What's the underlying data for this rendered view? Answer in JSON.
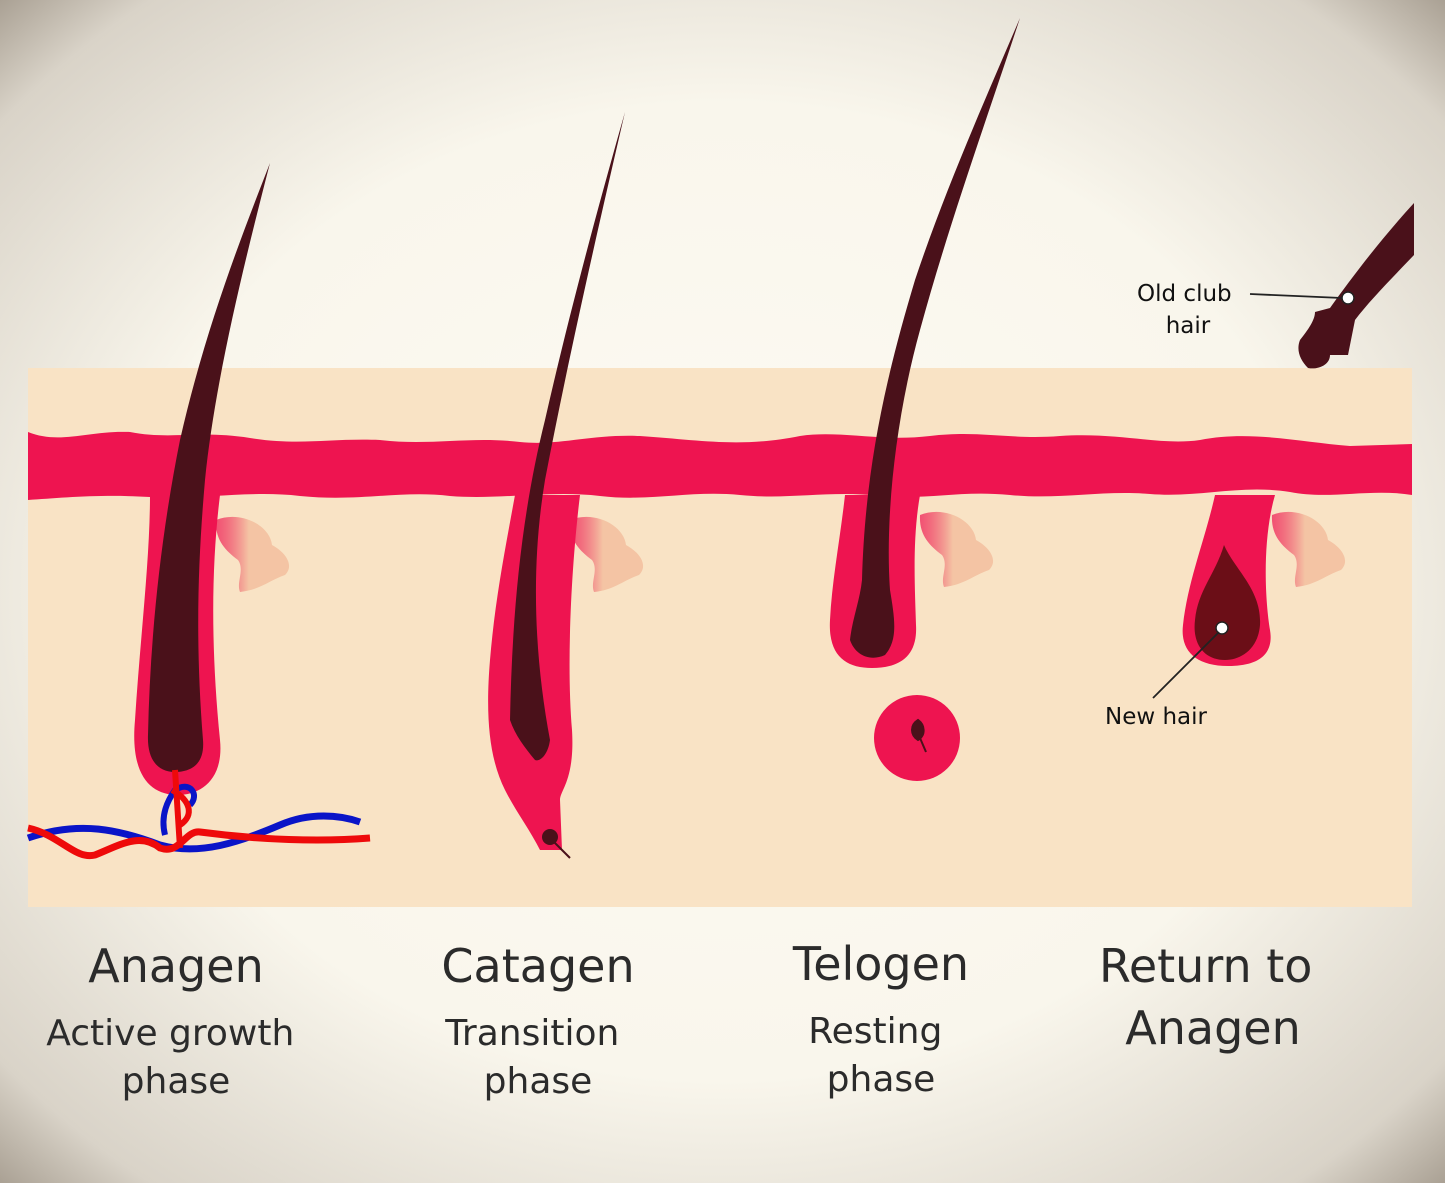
{
  "colors": {
    "skin": "#f9e3c5",
    "epidermis": "#ee1450",
    "hair": "#4a111a",
    "new_hair": "#6b0e17",
    "gland": "#f4c4a4",
    "artery": "#ee0a0a",
    "vein": "#0a14c8"
  },
  "stages": [
    {
      "title": "Anagen",
      "subtitle_lines": [
        "Active growth",
        "phase"
      ]
    },
    {
      "title": "Catagen",
      "subtitle_lines": [
        "Transition",
        "phase"
      ]
    },
    {
      "title": "Telogen",
      "subtitle_lines": [
        "Resting",
        "phase"
      ]
    },
    {
      "title_lines": [
        "Return to",
        "Anagen"
      ]
    }
  ],
  "callouts": {
    "old_club_hair_lines": [
      "Old club",
      "hair"
    ],
    "new_hair": "New hair"
  }
}
